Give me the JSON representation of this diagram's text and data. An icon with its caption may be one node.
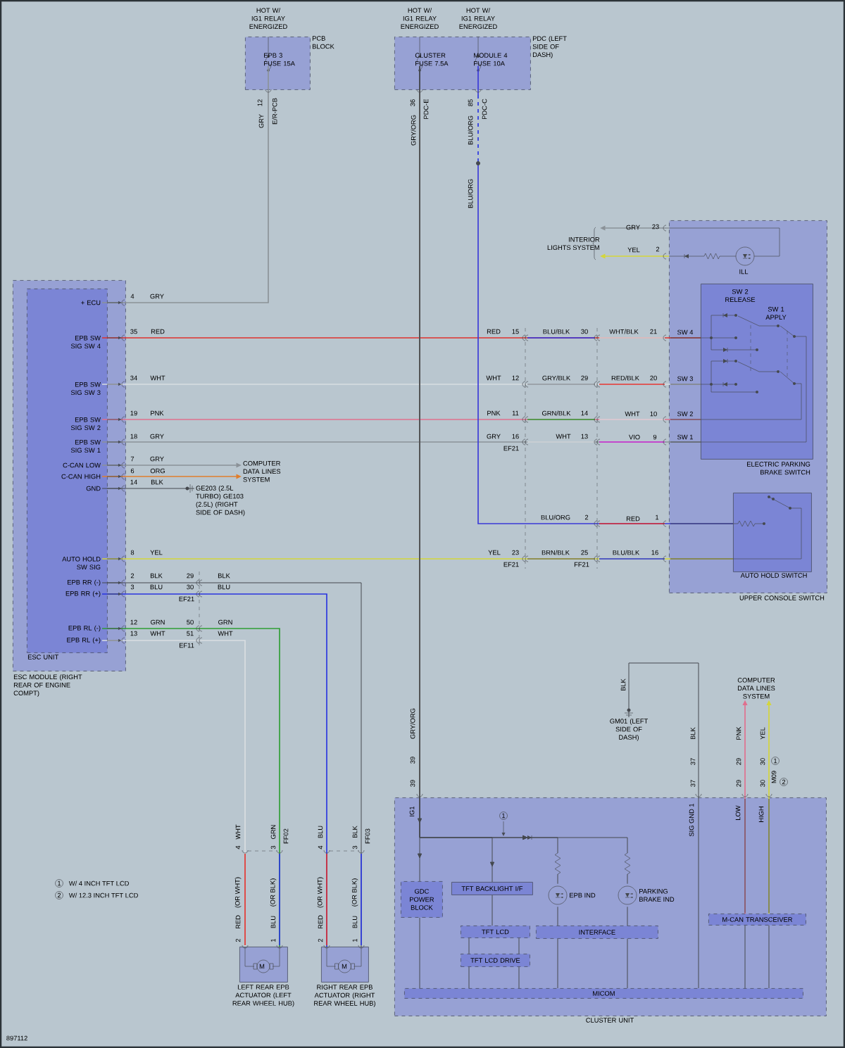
{
  "diagram": {
    "nodes": [
      {
        "text": [
          "PCB BLOCK"
        ]
      },
      {
        "text": [
          "EPB 3 FUSE 15A"
        ],
        "in": 0,
        "beside": [
          "HOT W/ IG1 RELAY ENERGIZED"
        ]
      },
      {
        "text": [
          "PDC (LEFT SIDE OF DASH)"
        ]
      },
      {
        "text": [
          "CLUSTER FUSE 7.5A"
        ],
        "in": 2,
        "beside": [
          "HOT W/ IG1 RELAY ENERGIZED"
        ]
      },
      {
        "text": [
          "MODULE 4 FUSE 10A"
        ],
        "in": 2,
        "beside": [
          "HOT W/ IG1 RELAY ENERGIZED"
        ]
      },
      {
        "text": [
          "ESC MODULE (RIGHT REAR OF ENGINE COMPT)"
        ]
      },
      {
        "text": [
          "ESC UNIT"
        ],
        "in": 5
      },
      {
        "text": [
          "+ ECU"
        ],
        "in": 6
      },
      {
        "text": [
          "EPB SW SIG SW 4"
        ],
        "in": 6
      },
      {
        "text": [
          "EPB SW SIG SW 3"
        ],
        "in": 6
      },
      {
        "text": [
          "EPB SW SIG SW 2"
        ],
        "in": 6
      },
      {
        "text": [
          "EPB SW SIG SW 1"
        ],
        "in": 6
      },
      {
        "text": [
          "C-CAN LOW"
        ],
        "in": 6
      },
      {
        "text": [
          "C-CAN HIGH"
        ],
        "in": 6
      },
      {
        "text": [
          "GND"
        ],
        "in": 6
      },
      {
        "text": [
          "AUTO HOLD SW SIG"
        ],
        "in": 6
      },
      {
        "text": [
          "EPB RR (-)"
        ],
        "in": 6
      },
      {
        "text": [
          "EPB RR (+)"
        ],
        "in": 6
      },
      {
        "text": [
          "EPB RL (-)"
        ],
        "in": 6
      },
      {
        "text": [
          "EPB RL (+)"
        ],
        "in": 6
      },
      {
        "text": [
          "COMPUTER DATA LINES SYSTEM"
        ]
      },
      {
        "text": [
          "GE203 (2.5L TURBO) GE103 (2.5L) (RIGHT SIDE OF DASH)"
        ]
      },
      {
        "text": [
          "INTERIOR LIGHTS SYSTEM"
        ]
      },
      {
        "text": [
          "UPPER CONSOLE SWITCH"
        ]
      },
      {
        "text": [
          "ELECTRIC PARKING BRAKE SWITCH"
        ],
        "in": 23
      },
      {
        "text": [
          "AUTO HOLD SWITCH"
        ],
        "in": 23
      },
      {
        "text": [
          "GM01 (LEFT SIDE OF DASH)"
        ]
      },
      {
        "text": [
          "COMPUTER DATA LINES SYSTEM"
        ]
      },
      {
        "text": [
          "CLUSTER UNIT"
        ]
      },
      {
        "text": [
          "GDC POWER BLOCK"
        ],
        "in": 28
      },
      {
        "text": [
          "TFT BACKLIGHT I/F"
        ],
        "in": 28
      },
      {
        "text": [
          "EPB IND"
        ],
        "in": 28
      },
      {
        "text": [
          "PARKING BRAKE IND"
        ],
        "in": 28
      },
      {
        "text": [
          "TFT LCD"
        ],
        "in": 28
      },
      {
        "text": [
          "INTERFACE"
        ],
        "in": 28
      },
      {
        "text": [
          "TFT LCD DRIVE"
        ],
        "in": 28
      },
      {
        "text": [
          "M-CAN TRANSCEIVER"
        ],
        "in": 28
      },
      {
        "text": [
          "MICOM"
        ],
        "in": 28
      },
      {
        "text": [
          "LEFT REAR EPB ACTUATOR (LEFT REAR WHEEL HUB)"
        ]
      },
      {
        "text": [
          "RIGHT REAR EPB ACTUATOR (RIGHT REAR WHEEL HUB)"
        ]
      }
    ],
    "edges": [
      {
        "from": 1,
        "to": 7,
        "arrow": "none",
        "color": "#8b9298"
      },
      {
        "from": 8,
        "to": 24,
        "arrow": "none",
        "color": "#e0302c"
      },
      {
        "from": 9,
        "to": 24,
        "arrow": "none",
        "color": "#d9dee2"
      },
      {
        "from": 10,
        "to": 24,
        "arrow": "none",
        "color": "#e0708e"
      },
      {
        "from": 11,
        "to": 24,
        "arrow": "none",
        "color": "#8b9298"
      },
      {
        "from": 12,
        "to": 20,
        "arrow": "to",
        "color": "#8b9298"
      },
      {
        "from": 13,
        "to": 20,
        "arrow": "to",
        "color": "#e07e2c"
      },
      {
        "from": 14,
        "to": 21,
        "arrow": "none"
      },
      {
        "from": 15,
        "to": 25,
        "arrow": "none",
        "color": "#d4d63a"
      },
      {
        "from": 16,
        "to": 39,
        "arrow": "none"
      },
      {
        "from": 17,
        "to": 39,
        "arrow": "none",
        "color": "#2a35e0"
      },
      {
        "from": 18,
        "to": 38,
        "arrow": "none",
        "color": "#2f9e36"
      },
      {
        "from": 19,
        "to": 38,
        "arrow": "none",
        "color": "#d9dee2"
      },
      {
        "from": 4,
        "to": 25,
        "arrow": "none",
        "color": "#3b3ad8"
      },
      {
        "from": 23,
        "to": 22,
        "arrow": "to",
        "color": "#8b9298"
      },
      {
        "from": 23,
        "to": 22,
        "arrow": "to",
        "color": "#d4d63a"
      },
      {
        "from": 3,
        "to": 29,
        "arrow": "to"
      },
      {
        "from": 3,
        "to": 30,
        "arrow": "to"
      },
      {
        "from": 3,
        "to": 31,
        "arrow": "to"
      },
      {
        "from": 3,
        "to": 32,
        "arrow": "to"
      },
      {
        "from": 26,
        "to": 37,
        "arrow": "none"
      },
      {
        "from": 36,
        "to": 27,
        "arrow": "to",
        "color": "#e0708e"
      },
      {
        "from": 36,
        "to": 27,
        "arrow": "to",
        "color": "#d4d63a"
      },
      {
        "from": 30,
        "to": 33,
        "arrow": "none"
      },
      {
        "from": 33,
        "to": 35,
        "arrow": "none"
      },
      {
        "from": 33,
        "to": 35,
        "arrow": "none"
      },
      {
        "from": 35,
        "to": 37,
        "arrow": "none"
      },
      {
        "from": 35,
        "to": 37,
        "arrow": "none"
      },
      {
        "from": 29,
        "to": 37,
        "arrow": "none"
      },
      {
        "from": 31,
        "to": 34,
        "arrow": "none"
      },
      {
        "from": 32,
        "to": 34,
        "arrow": "none"
      },
      {
        "from": 34,
        "to": 37,
        "arrow": "none"
      },
      {
        "from": 34,
        "to": 37,
        "arrow": "none"
      },
      {
        "from": 36,
        "to": 37,
        "arrow": "none"
      },
      {
        "from": 36,
        "to": 37,
        "arrow": "none"
      }
    ],
    "labels": [
      "12",
      "GRY",
      "E/R-PCB",
      "36",
      "GRY/ORG",
      "PDC-E",
      "85",
      "BLU/ORG",
      "PDC-C",
      "BLU/ORG",
      "GRY",
      "23",
      "YEL",
      "2",
      "ILL",
      "SW 2 RELEASE",
      "SW 1 APPLY",
      "4",
      "GRY",
      "35",
      "RED",
      "RED",
      "15",
      "BLU/BLK",
      "30",
      "WHT/BLK",
      "21",
      "SW 4",
      "34",
      "WHT",
      "WHT",
      "12",
      "GRY/BLK",
      "29",
      "RED/BLK",
      "20",
      "SW 3",
      "19",
      "PNK",
      "PNK",
      "11",
      "GRN/BLK",
      "14",
      "WHT",
      "10",
      "SW 2",
      "18",
      "GRY",
      "GRY",
      "16",
      "WHT",
      "13",
      "VIO",
      "9",
      "SW 1",
      "EF21",
      "7",
      "GRY",
      "6",
      "ORG",
      "14",
      "BLK",
      "BLU/ORG",
      "2",
      "RED",
      "1",
      "8",
      "YEL",
      "YEL",
      "23",
      "BRN/BLK",
      "25",
      "BLU/BLK",
      "16",
      "EF21",
      "FF21",
      "2",
      "BLK",
      "29",
      "BLK",
      "3",
      "BLU",
      "30",
      "BLU",
      "EF21",
      "12",
      "GRN",
      "50",
      "GRN",
      "13",
      "WHT",
      "51",
      "WHT",
      "EF11",
      "BLK",
      "GRY/ORG",
      "39",
      "39",
      "BLK",
      "37",
      "37",
      "PNK",
      "29",
      "29",
      "YEL",
      "30",
      "1",
      "30",
      "M09",
      "2",
      "IG1",
      "1",
      "SIG GND 1",
      "LOW",
      "HIGH",
      "WHT",
      "4",
      "GRN",
      "3",
      "FF02",
      "BLU",
      "4",
      "BLK",
      "3",
      "FF03",
      "1",
      "W/ 4 INCH TFT LCD",
      "2",
      "W/ 12.3 INCH TFT LCD",
      "(OR WHT)",
      "RED",
      "2",
      "(OR BLK)",
      "BLU",
      "1",
      "(OR WHT)",
      "RED",
      "2",
      "(OR BLK)",
      "BLU",
      "1",
      "M",
      "M",
      "897112"
    ]
  }
}
